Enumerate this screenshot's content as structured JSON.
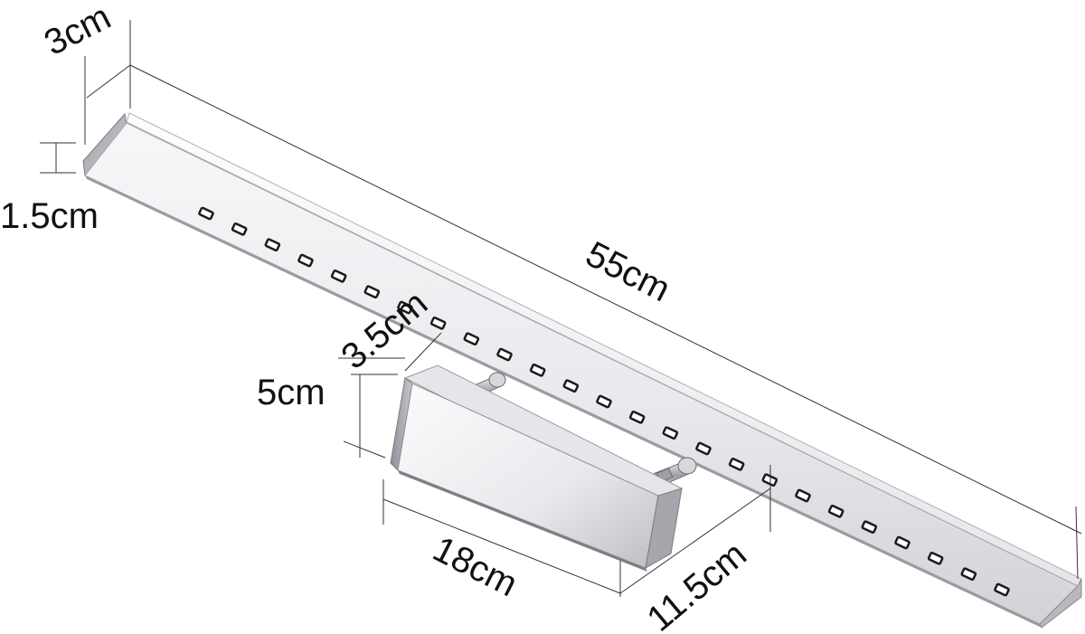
{
  "dimensions": {
    "depth_top": "3cm",
    "thickness": "1.5cm",
    "length": "55cm",
    "bracket_depth": "3.5cm",
    "bracket_height": "5cm",
    "bracket_width": "18cm",
    "arm_reach": "11.5cm"
  },
  "colors": {
    "metal_light": "#f4f4f6",
    "metal_mid": "#c9c9cd",
    "metal_dark": "#8d8d92",
    "led": "#1a1a1a",
    "dimension_line": "#333333"
  }
}
